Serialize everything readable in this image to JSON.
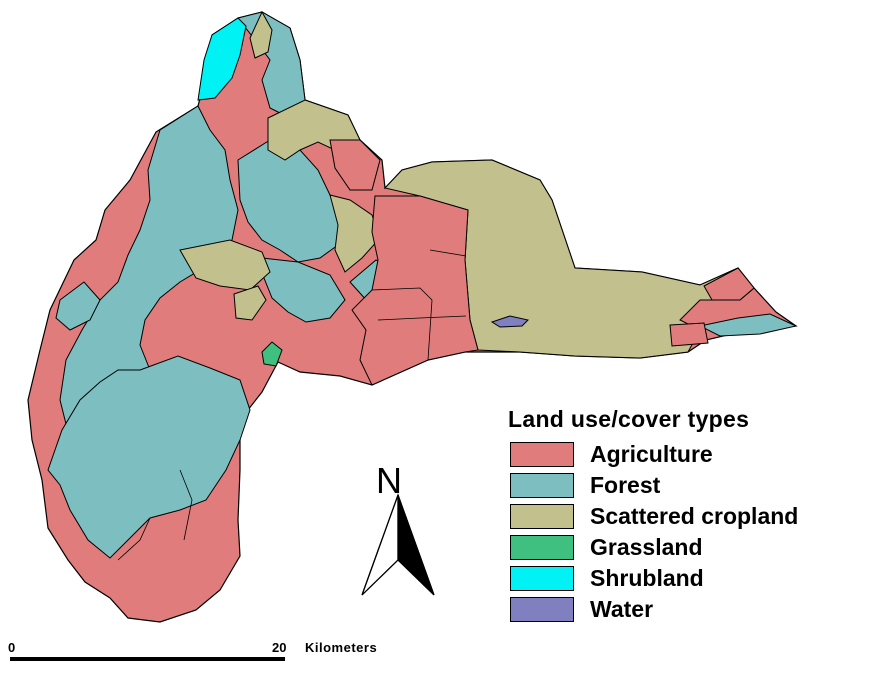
{
  "legend": {
    "title": "Land use/cover types",
    "items": [
      {
        "label": "Agriculture",
        "color": "#e07c7c"
      },
      {
        "label": "Forest",
        "color": "#7dbfc0"
      },
      {
        "label": "Scattered cropland",
        "color": "#c2c08c"
      },
      {
        "label": "Grassland",
        "color": "#40c080"
      },
      {
        "label": "Shrubland",
        "color": "#00f2f5"
      },
      {
        "label": "Water",
        "color": "#8080c0"
      }
    ]
  },
  "north_arrow": {
    "label": "N"
  },
  "scale_bar": {
    "start": "0",
    "end": "20",
    "unit": "Kilometers"
  }
}
